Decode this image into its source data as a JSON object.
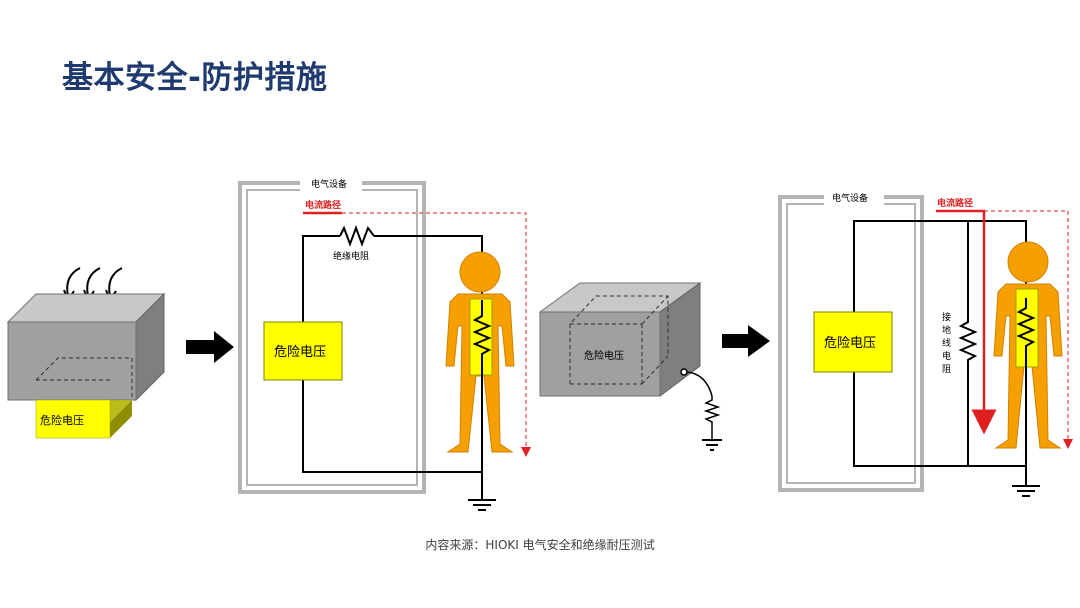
{
  "title": "基本安全-防护措施",
  "source": "内容来源：HIOKI 电气安全和绝缘耐压测试",
  "labels": {
    "danger_voltage": "危险电压",
    "equipment": "电气设备",
    "current_path": "电流路径",
    "insulation_resistance": "绝缘电阻",
    "ground_resistance": "接地线电阻"
  },
  "colors": {
    "title": "#1f3a6e",
    "danger_fill": "#ffff00",
    "current_path": "#e02020",
    "person": "#f5a000",
    "box_face": "#a0a0a0"
  }
}
